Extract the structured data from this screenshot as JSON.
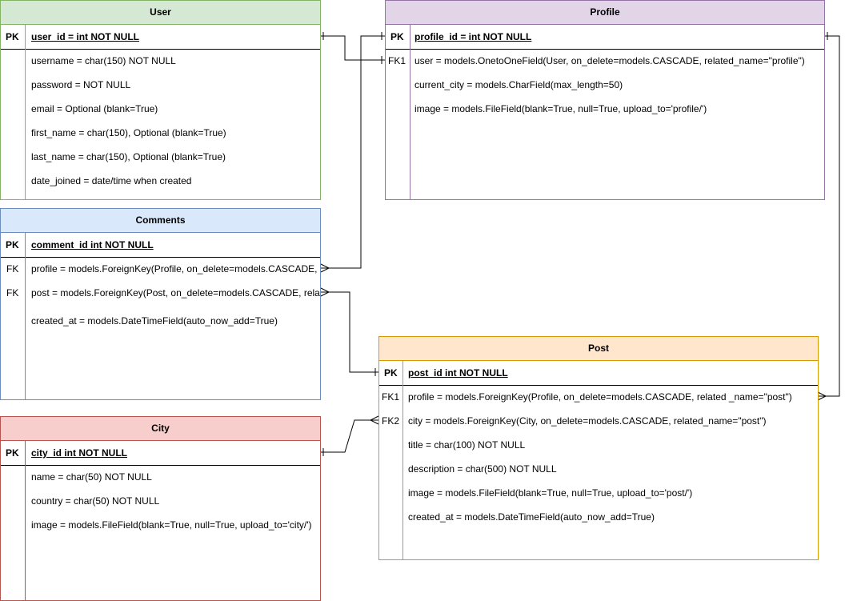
{
  "colors": {
    "user": {
      "header": "#d5e8d4",
      "border": "#82b366"
    },
    "profile": {
      "header": "#e1d5e7",
      "border": "#9673a6"
    },
    "comments": {
      "header": "#dae8fc",
      "border": "#6c8ebf"
    },
    "city": {
      "header": "#f8cecc",
      "border": "#b85450"
    },
    "post": {
      "header": "#ffe6cc",
      "border": "#d79b00"
    },
    "line": "#000000"
  },
  "user": {
    "title": "User",
    "pk_tag": "PK",
    "pk_field": "user_id = int NOT NULL",
    "fields": [
      "username = char(150) NOT NULL",
      "password = NOT NULL",
      "email = Optional (blank=True)",
      "first_name = char(150), Optional (blank=True)",
      "last_name = char(150), Optional (blank=True)",
      "date_joined = date/time when created"
    ]
  },
  "profile": {
    "title": "Profile",
    "pk_tag": "PK",
    "pk_field": "profile_id = int NOT NULL",
    "fk_tag": "FK1",
    "fields": [
      "user = models.OnetoOneField(User, on_delete=models.CASCADE, related_name=\"profile\")",
      "current_city = models.CharField(max_length=50)",
      "image = models.FileField(blank=True, null=True, upload_to='profile/')"
    ]
  },
  "comments": {
    "title": "Comments",
    "pk_tag": "PK",
    "pk_field": "comment_id int NOT NULL",
    "fk1_tag": "FK",
    "fk2_tag": "FK",
    "fields": [
      "profile = models.ForeignKey(Profile, on_delete=models.CASCADE,",
      "post = models.ForeignKey(Post, on_delete=models.CASCADE, relat",
      "created_at = models.DateTimeField(auto_now_add=True)"
    ]
  },
  "city": {
    "title": "City",
    "pk_tag": "PK",
    "pk_field": "city_id int NOT NULL",
    "fields": [
      "name = char(50) NOT NULL",
      "country = char(50) NOT NULL",
      "image = models.FileField(blank=True, null=True, upload_to='city/')"
    ]
  },
  "post": {
    "title": "Post",
    "pk_tag": "PK",
    "pk_field": "post_id int NOT NULL",
    "fk1_tag": "FK1",
    "fk2_tag": "FK2",
    "fields": [
      "profile = models.ForeignKey(Profile, on_delete=models.CASCADE, related _name=\"post\")",
      "city = models.ForeignKey(City, on_delete=models.CASCADE, related_name=\"post\")",
      "title = char(100) NOT NULL",
      "description = char(500) NOT NULL",
      "image = models.FileField(blank=True, null=True, upload_to='post/')",
      "created_at = models.DateTimeField(auto_now_add=True)"
    ]
  }
}
